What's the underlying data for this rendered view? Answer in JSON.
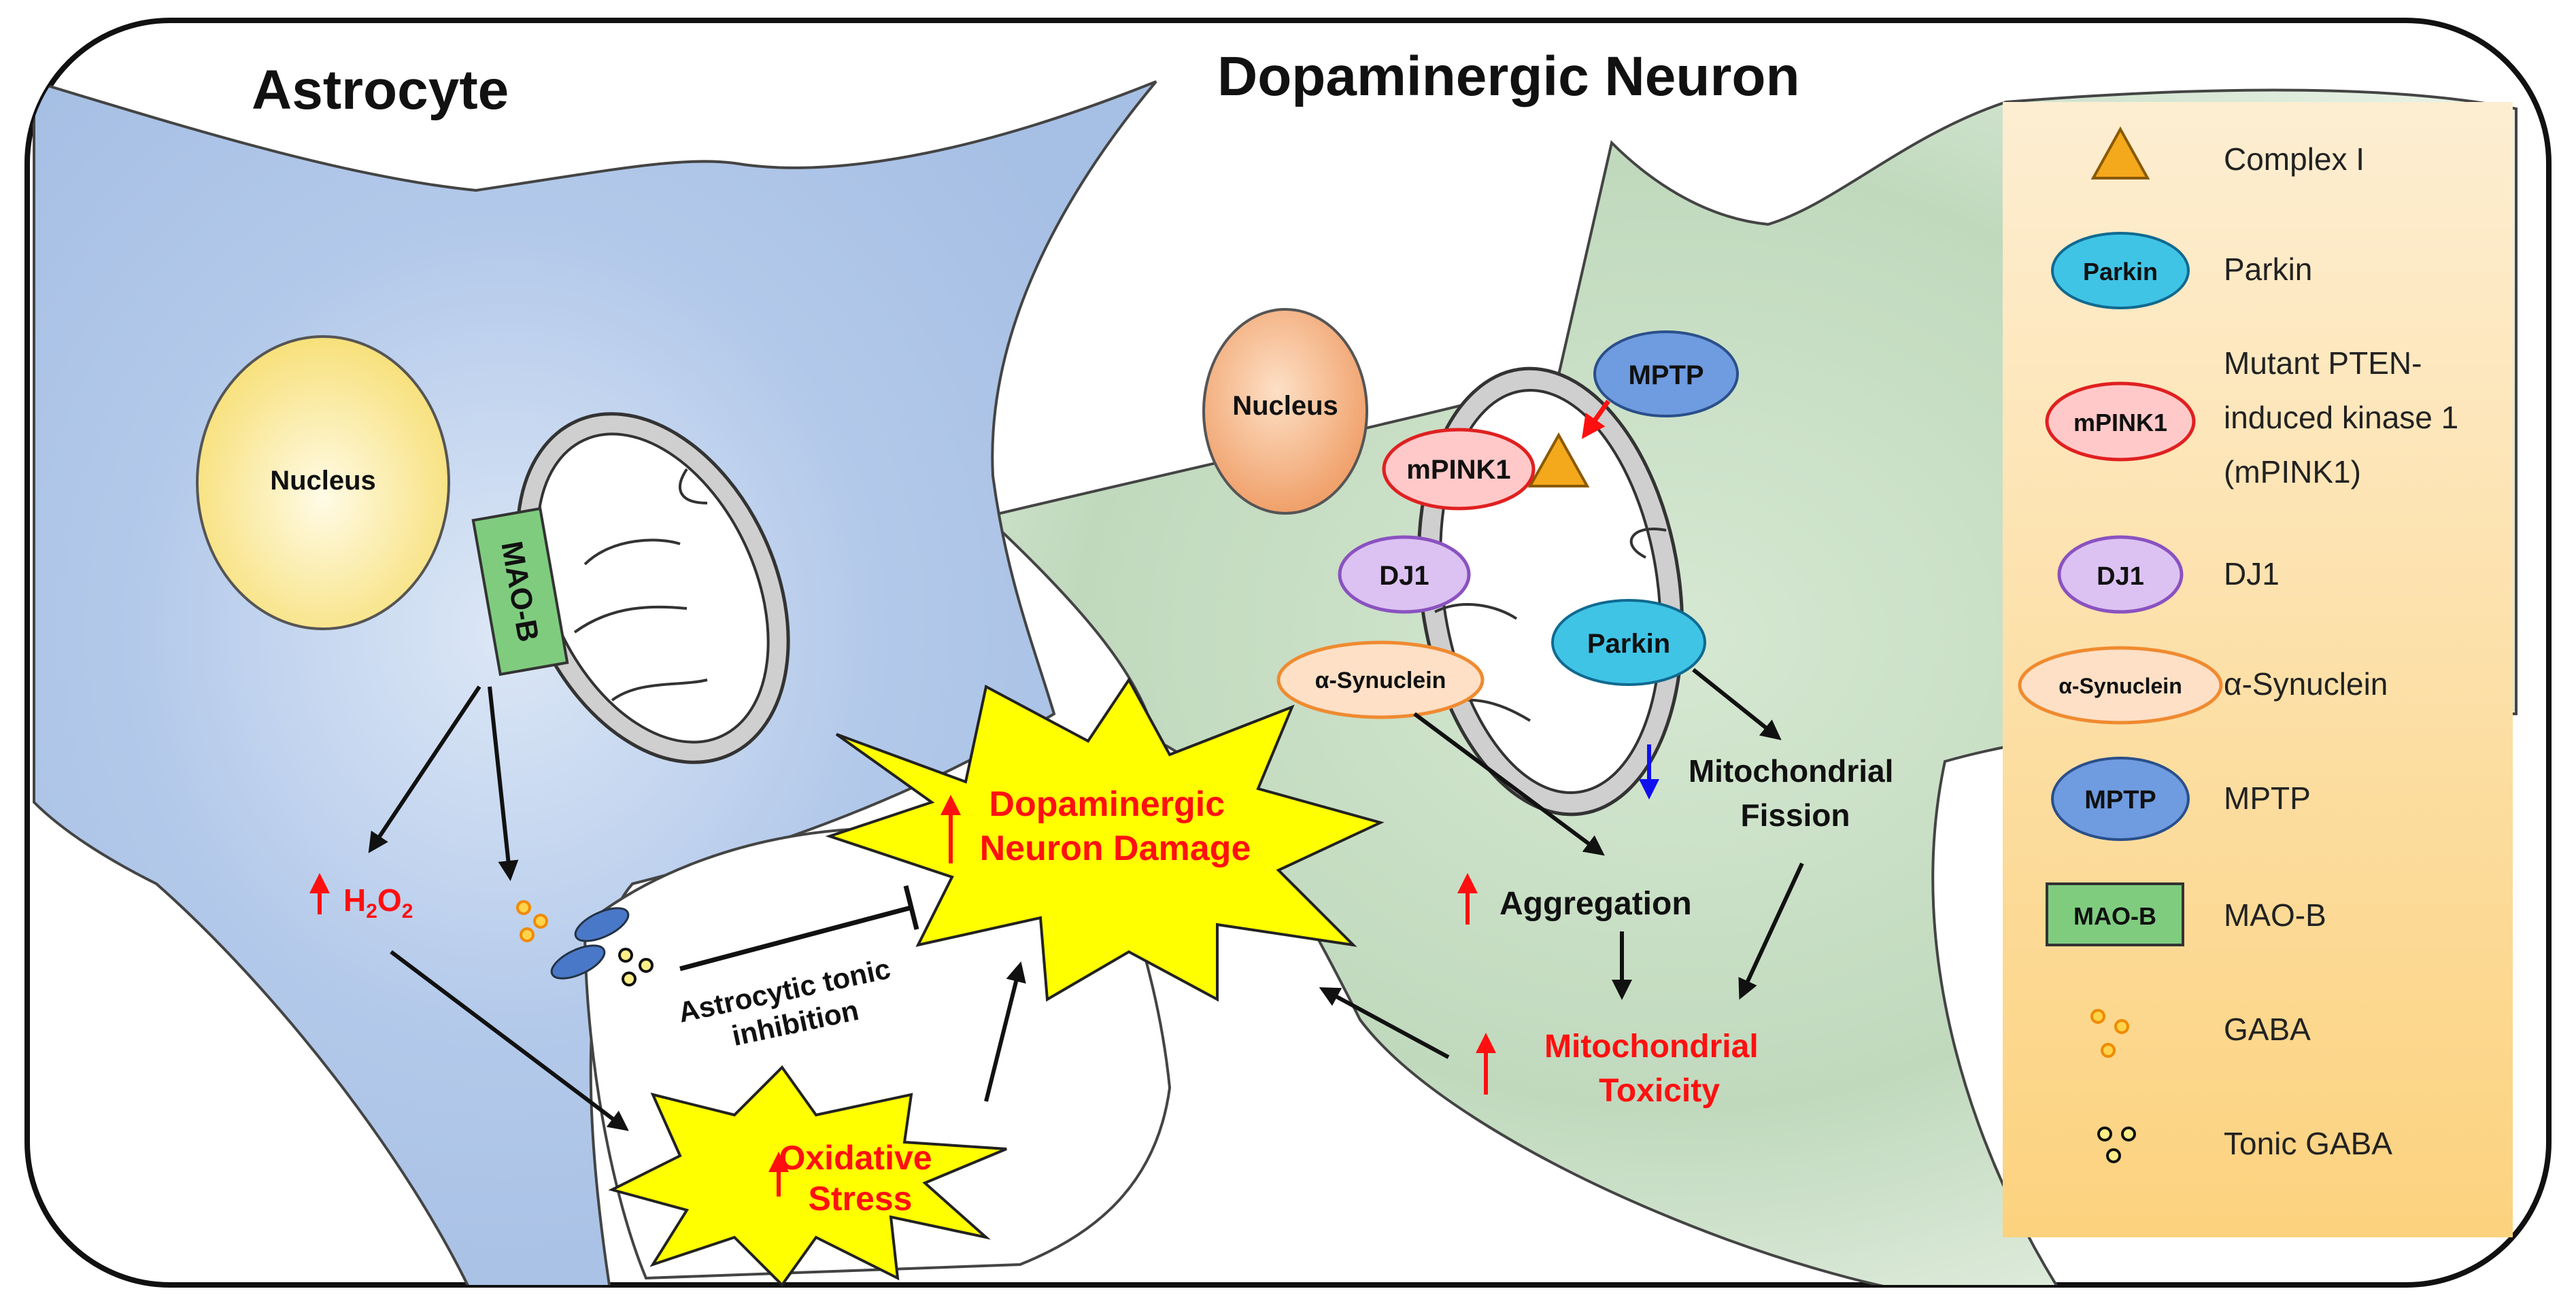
{
  "titles": {
    "astrocyte": "Astrocyte",
    "neuron": "Dopaminergic Neuron"
  },
  "astrocyte": {
    "nucleus": "Nucleus",
    "maob": "MAO-B",
    "h2o2_main": "H",
    "h2o2_sub1": "2",
    "h2o2_mid": "O",
    "h2o2_sub2": "2",
    "tonic_line1": "Astrocytic tonic",
    "tonic_line2": "inhibition"
  },
  "neuron": {
    "nucleus": "Nucleus",
    "mptp": "MPTP",
    "mpink1": "mPINK1",
    "dj1": "DJ1",
    "asyn": "α-Synuclein",
    "parkin": "Parkin",
    "fission_line1": "Mitochondrial",
    "fission_line2": "Fission",
    "aggregation": "Aggregation",
    "toxicity_line1": "Mitochondrial",
    "toxicity_line2": "Toxicity"
  },
  "bursts": {
    "damage_line1": "Dopaminergic",
    "damage_line2": "Neuron Damage",
    "stress_line1": "Oxidative",
    "stress_line2": "Stress"
  },
  "legend": {
    "items": [
      {
        "icon": "complex-i-triangle",
        "label": "Complex I"
      },
      {
        "icon": "parkin-oval",
        "badge": "Parkin",
        "label": "Parkin"
      },
      {
        "icon": "mpink1-oval",
        "badge": "mPINK1",
        "label_lines": [
          "Mutant PTEN-",
          "induced kinase 1",
          "(mPINK1)"
        ]
      },
      {
        "icon": "dj1-oval",
        "badge": "DJ1",
        "label": "DJ1"
      },
      {
        "icon": "asyn-oval",
        "badge": "α-Synuclein",
        "label": "α-Synuclein"
      },
      {
        "icon": "mptp-oval",
        "badge": "MPTP",
        "label": "MPTP"
      },
      {
        "icon": "maob-box",
        "badge": "MAO-B",
        "label": "MAO-B"
      },
      {
        "icon": "gaba-dots",
        "label": "GABA"
      },
      {
        "icon": "tonic-gaba-dots",
        "label": "Tonic GABA"
      }
    ]
  },
  "colors": {
    "astrocyte_fill": "#a9c2e6",
    "neuron_fill": "#c4dcc2",
    "legend_fill": "#fde6b8",
    "increase_arrow": "#ff1010",
    "decrease_arrow": "#1010ee",
    "burst_fill": "#ffff00",
    "parkin": "#3fc4e6",
    "mpink1": "#ef3b3b",
    "dj1": "#b07ad8",
    "asyn": "#f5a158",
    "mptp": "#5f8fd6",
    "maob": "#78c878",
    "complex_i": "#f4a81c"
  }
}
